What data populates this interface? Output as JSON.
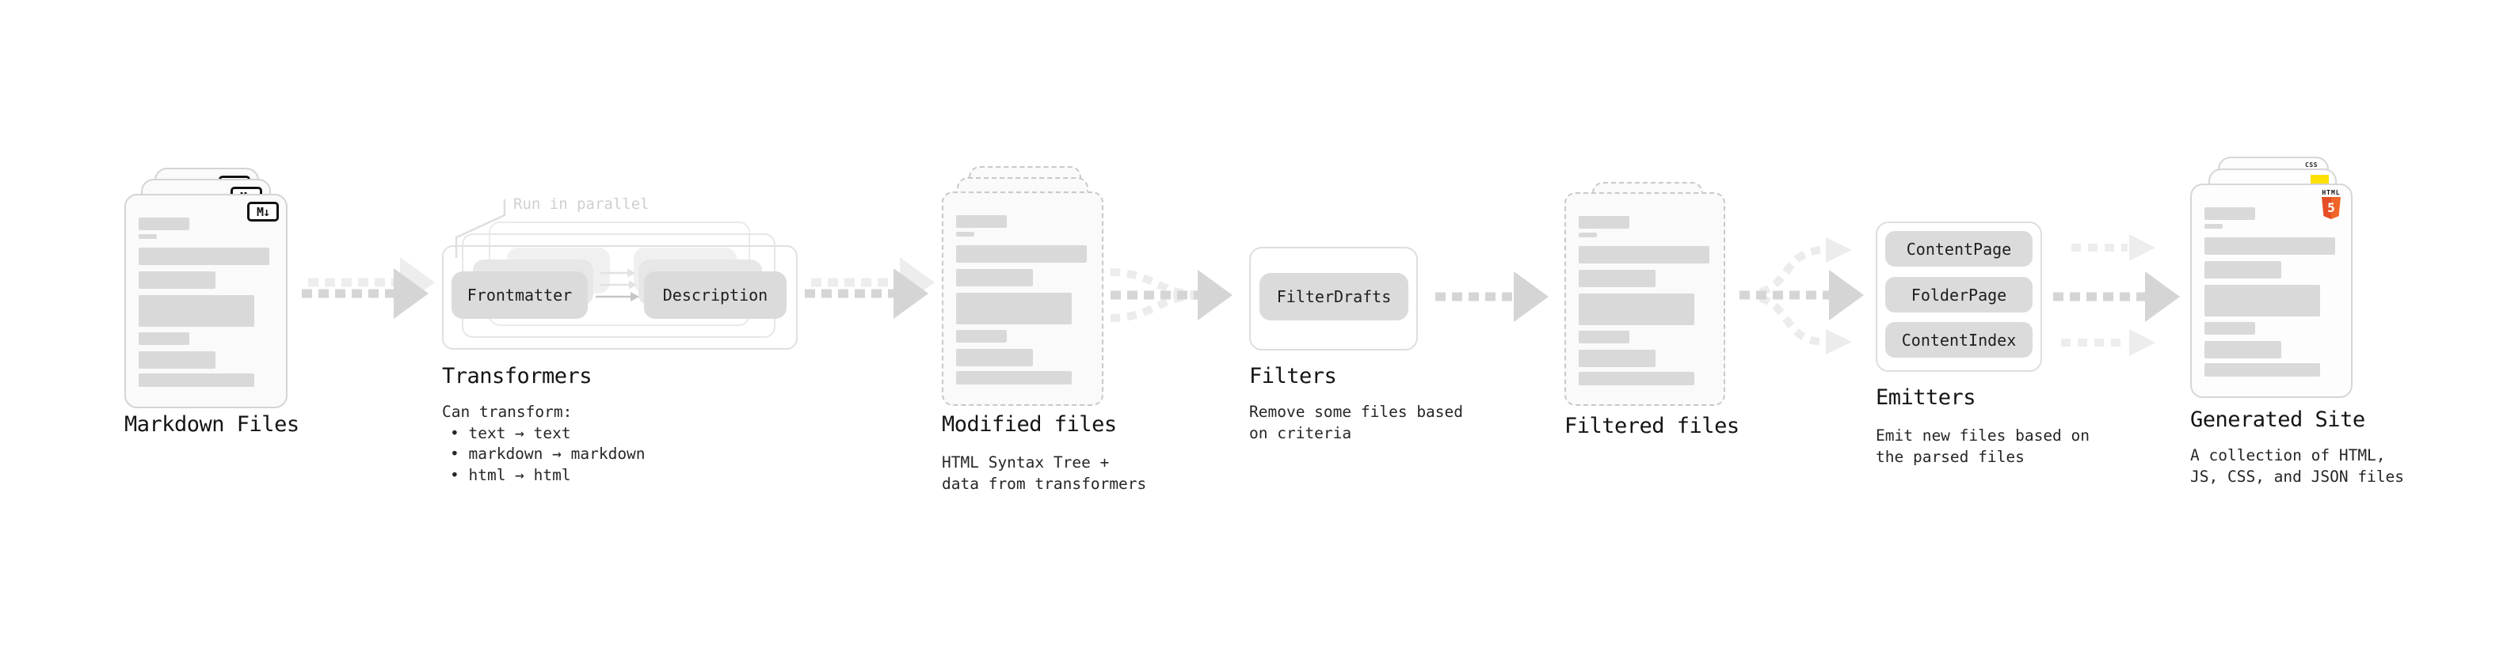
{
  "diagram": {
    "stages": {
      "markdown": {
        "label": "Markdown Files",
        "badge": "M↓"
      },
      "transformers": {
        "label": "Transformers",
        "note": "Run in parallel",
        "chips": {
          "left": "Frontmatter",
          "right": "Description"
        },
        "desc": [
          "Can transform:",
          "• text → text",
          "• markdown → markdown",
          "• html → html"
        ]
      },
      "modified": {
        "label": "Modified files",
        "desc": [
          "HTML Syntax Tree +",
          "data from transformers"
        ]
      },
      "filters": {
        "label": "Filters",
        "chip": "FilterDrafts",
        "desc": [
          "Remove some files based",
          "on criteria"
        ]
      },
      "filtered": {
        "label": "Filtered files"
      },
      "emitters": {
        "label": "Emitters",
        "chips": [
          "ContentPage",
          "FolderPage",
          "ContentIndex"
        ],
        "desc": [
          "Emit new files based on",
          "the parsed files"
        ]
      },
      "generated": {
        "label": "Generated Site",
        "desc": [
          "A collection of HTML,",
          "JS, CSS, and JSON files"
        ],
        "badges": {
          "css": "CSS",
          "html": "HTML",
          "html_number": "5"
        }
      }
    },
    "colors": {
      "html5_orange": "#e44d26",
      "js_yellow": "#ffdf00",
      "css_blue": "#2965f1",
      "placeholder_gray": "#d9d9d9",
      "arrow_gray": "#d5d5d5",
      "arrow_faint_gray": "#ededed"
    }
  }
}
